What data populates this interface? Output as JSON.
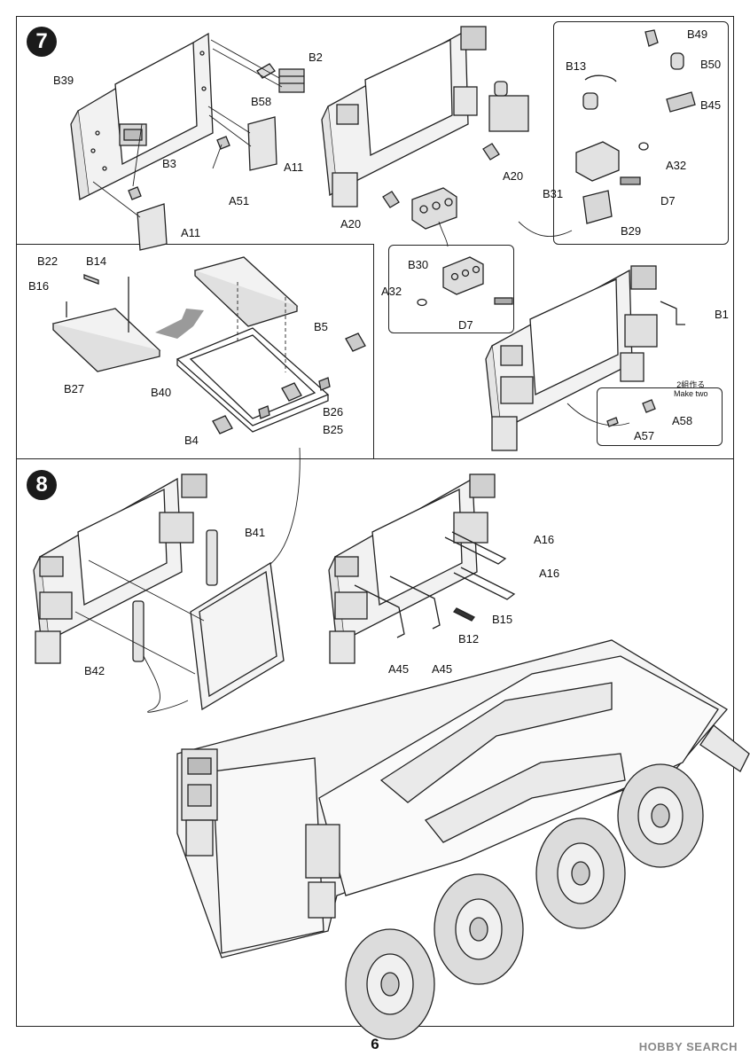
{
  "steps": [
    {
      "number": "7"
    },
    {
      "number": "8"
    }
  ],
  "labels": {
    "s7": [
      "B2",
      "B39",
      "B58",
      "B3",
      "A11",
      "A51",
      "A11",
      "A20",
      "A20",
      "B13",
      "B49",
      "B50",
      "B45",
      "A32",
      "B31",
      "D7",
      "B29",
      "B30",
      "A32",
      "D7",
      "B1",
      "B22",
      "B14",
      "B16",
      "B27",
      "B5",
      "B40",
      "B26",
      "B4",
      "B25",
      "A58",
      "A57"
    ],
    "s8": [
      "B41",
      "B42",
      "A16",
      "A16",
      "B15",
      "B12",
      "A45",
      "A45"
    ]
  },
  "make_two": {
    "jp": "2組作る",
    "en": "Make two"
  },
  "page_number": "6",
  "watermark": "HOBBY SEARCH"
}
